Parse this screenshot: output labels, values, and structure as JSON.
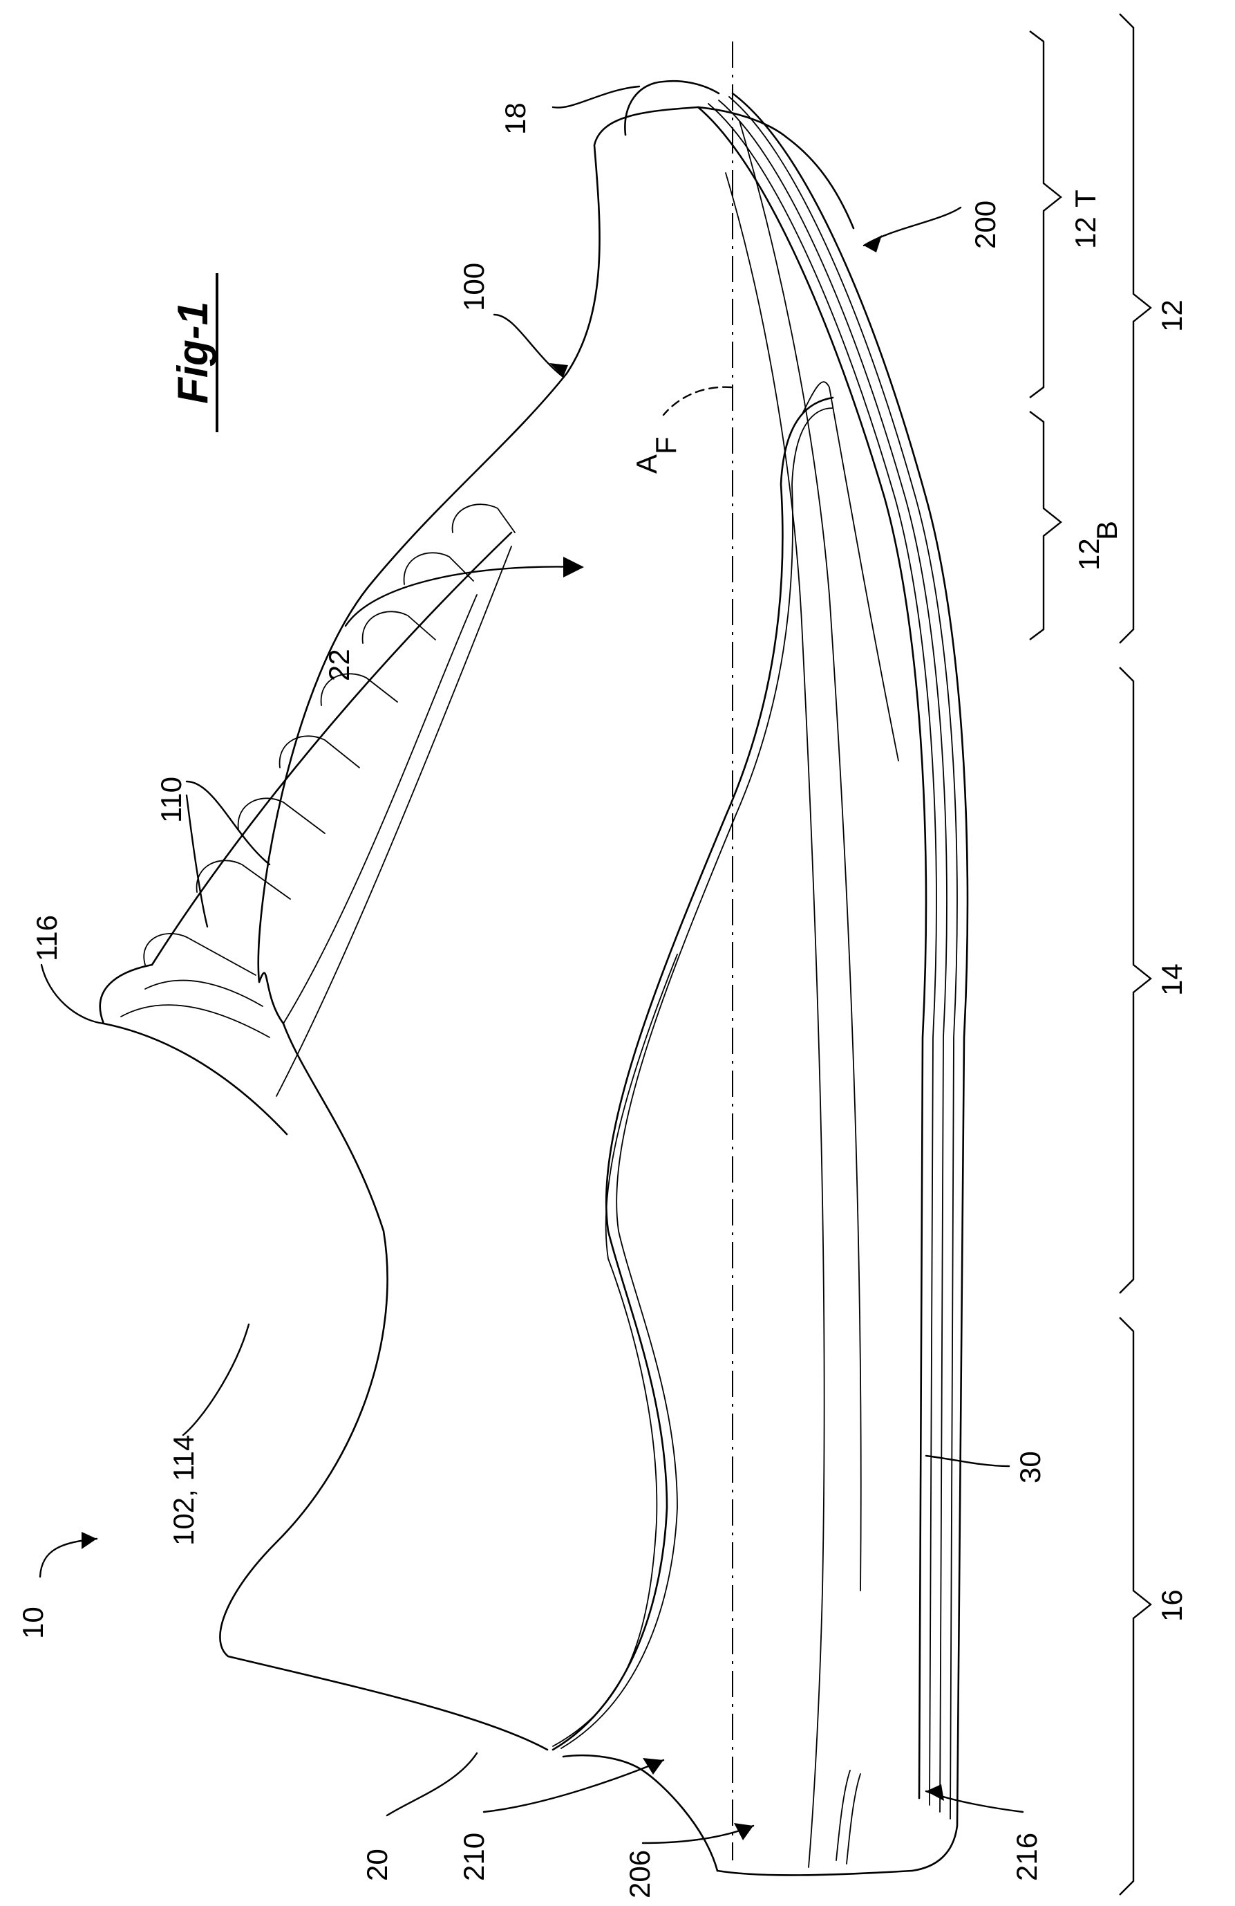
{
  "figure_title": "Fig-1",
  "labels": {
    "footwear": "10",
    "upper": "100",
    "collar_heel_region": "102, 114",
    "eyelets": "110",
    "tongue": "116",
    "toe_cap": "18",
    "heel_end": "20",
    "interior_void": "22",
    "sole_outer_edge": "30",
    "sole_structure": "200",
    "heel_counter_region": "210",
    "heel_cavity": "206",
    "heel_tip": "216",
    "axis_a": "A",
    "axis_sub": "F"
  },
  "regions": {
    "forefoot": "12",
    "toe_portion": "12",
    "toe_portion_sub": "T",
    "ball_portion": "12",
    "ball_portion_sub": "B",
    "midfoot": "14",
    "heel": "16"
  }
}
